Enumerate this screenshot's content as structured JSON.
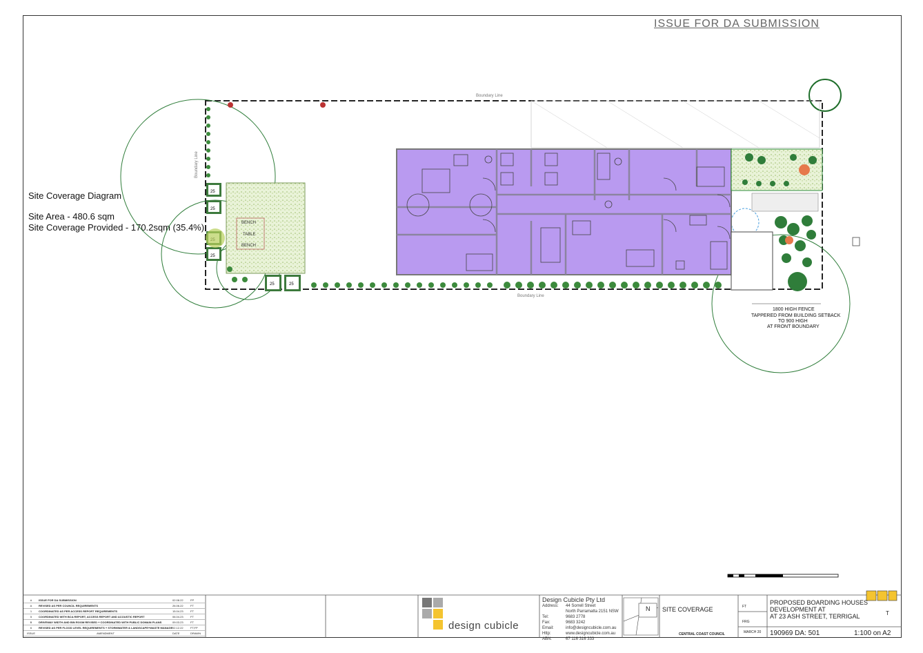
{
  "banner": "ISSUE FOR DA SUBMISSION",
  "coverage": {
    "title": "Site Coverage Diagram",
    "area": "Site Area - 480.6 sqm",
    "provided": "Site Coverage Provided - 170.2sqm (35.4%)"
  },
  "plan_labels": {
    "bench_top": "BENCH",
    "table": "TABLE",
    "bench_bottom": "BENCH",
    "boundary_top": "Boundary Line",
    "boundary_bottom": "Boundary Line",
    "boundary_left": "Boundary Line",
    "bin1": "25",
    "bin2": "25",
    "bin3": "25",
    "bin4": "25",
    "bin5": "25",
    "bin6": "25",
    "fence_1": "1800 HIGH FENCE",
    "fence_2": "TAPPERED FROM BUILDING SETBACK",
    "fence_3": "TO 900 HIGH",
    "fence_4": "AT FRONT BOUNDARY"
  },
  "revisions": [
    {
      "no": "#",
      "text": "ISSUE FOR DA SUBMISSION",
      "date": "02.08.22",
      "by": "FP"
    },
    {
      "no": "A",
      "text": "REVISED AS PER COUNCIL REQUIREMENTS",
      "date": "26.06.22",
      "by": "FT"
    },
    {
      "no": "1",
      "text": "COORDINATED AS PER ACCESS REPORT REQUIREMENTS",
      "date": "15.04.23",
      "by": "FT"
    },
    {
      "no": "5",
      "text": "COORDINATED WITH BCA REPORT, ACCESS REPORT AND ACOUSTIC REPORT",
      "date": "06.04.23",
      "by": "FT"
    },
    {
      "no": "B",
      "text": "DRIVEWAY WIDTH AND BIN ROOM REVISED + COORDINATED WITH PUBLIC DOMAIN PLANS",
      "date": "09.03.23",
      "by": "FT"
    },
    {
      "no": "6",
      "text": "REVISED AS PER FLOOD LEVEL REQUIREMENTS + STORMWATER & LANDSCAPE+WASTE MANAGEMENT",
      "date": "02.12.22",
      "by": "FT,FP"
    },
    {
      "no": "ISSUE",
      "text": "AMENDMENT",
      "date": "DATE",
      "by": "DRAWN"
    }
  ],
  "firm": {
    "name": "Design Cubicle Pty Ltd",
    "address_label": "Address:",
    "address1": "44 Sorrell Street",
    "address2": "North Parramatta 2151 NSW",
    "tel_label": "Tel:",
    "tel": "9683 2778",
    "fax_label": "Fax:",
    "fax": "9683 3242",
    "email_label": "Email:",
    "email": "info@designcubicle.com.au",
    "http_label": "Http:",
    "http": "www.designcubicle.com.au",
    "abn_label": "ABN:",
    "abn": "67 116 316 333",
    "logo": "design cubicle"
  },
  "title_block": {
    "north": "N",
    "sheet_title": "SITE COVERAGE",
    "council": "CENTRAL COAST COUNCIL",
    "drawn": "FT",
    "checked": "FRG",
    "date": "MARCH 20",
    "project1": "PROPOSED BOARDING HOUSES",
    "project2": "DEVELOPMENT AT",
    "project3": "AT 23 ASH STREET, TERRIGAL",
    "job": "190969 DA: 501",
    "scale": "1:100 on A2",
    "issue": "T"
  },
  "colors": {
    "building": "#b99af0",
    "landscape": "#2e8b3a",
    "tree_outline": "#2f7d3a",
    "logo_yellow": "#f4c430"
  }
}
